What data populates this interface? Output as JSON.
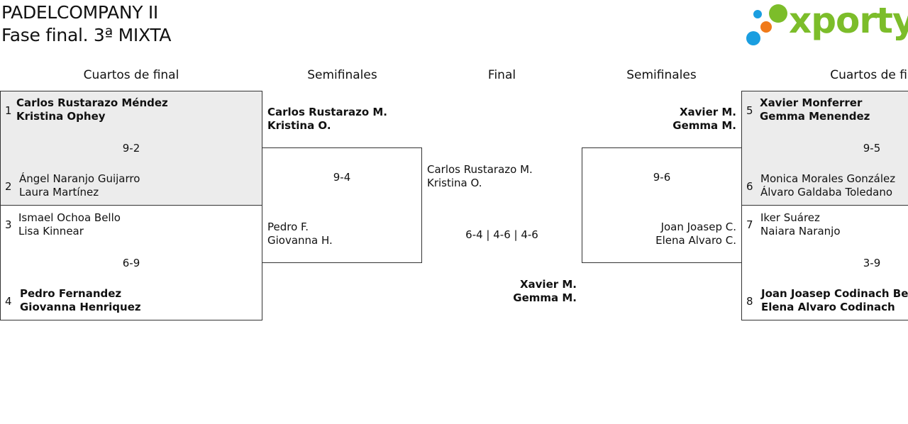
{
  "header": {
    "line1": "PADELCOMPANY II",
    "line2": "Fase final. 3ª MIXTA"
  },
  "logo": {
    "text": "xporty",
    "colors": {
      "green": "#7cbd2a",
      "blue": "#1a9ee0",
      "orange": "#f07a1a"
    }
  },
  "columns": {
    "left_qf": "Cuartos de final",
    "left_sf": "Semifinales",
    "final": "Final",
    "right_sf": "Semifinales",
    "right_qf": "Cuartos de fin"
  },
  "left_qf": {
    "match1": {
      "seed_a": "1",
      "a1": "Carlos Rustarazo Méndez",
      "a2": "Kristina Ophey",
      "score": "9-2",
      "seed_b": "2",
      "b1": "Ángel Naranjo Guijarro",
      "b2": "Laura Martínez"
    },
    "match2": {
      "seed_a": "3",
      "a1": "Ismael Ochoa Bello",
      "a2": "Lisa Kinnear",
      "score": "6-9",
      "seed_b": "4",
      "b1": "Pedro Fernandez",
      "b2": "Giovanna Henriquez"
    }
  },
  "left_sf": {
    "a1": "Carlos Rustarazo M.",
    "a2": "Kristina O.",
    "score": "9-4",
    "b1": "Pedro F.",
    "b2": "Giovanna H."
  },
  "final": {
    "a1": "Carlos Rustarazo M.",
    "a2": "Kristina O.",
    "score": "6-4 | 4-6 | 4-6",
    "b1": "Xavier M.",
    "b2": "Gemma M."
  },
  "right_sf": {
    "a1": "Xavier M.",
    "a2": "Gemma M.",
    "score": "9-6",
    "b1": "Joan Joasep C.",
    "b2": "Elena Alvaro C."
  },
  "right_qf": {
    "match1": {
      "seed_a": "5",
      "a1": "Xavier Monferrer",
      "a2": "Gemma Menendez",
      "score": "9-5",
      "seed_b": "6",
      "b1": "Monica Morales González",
      "b2": "Álvaro Galdaba Toledano"
    },
    "match2": {
      "seed_a": "7",
      "a1": "Iker Suárez",
      "a2": "Naiara Naranjo",
      "score": "3-9",
      "seed_b": "8",
      "b1": "Joan Joasep Codinach Berg",
      "b2": "Elena Alvaro Codinach"
    }
  }
}
